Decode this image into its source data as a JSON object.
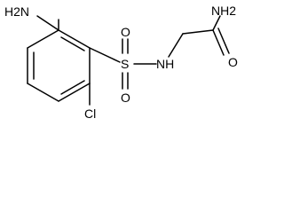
{
  "molecule": {
    "atoms": {
      "amino_ring": "H2N",
      "sulfur": "S",
      "sulfonyl_o_top": "O",
      "sulfonyl_o_bottom": "O",
      "sulfonamide_nh": "NH",
      "amide_nh2": "NH2",
      "carbonyl_o": "O",
      "chlorine": "Cl"
    }
  }
}
